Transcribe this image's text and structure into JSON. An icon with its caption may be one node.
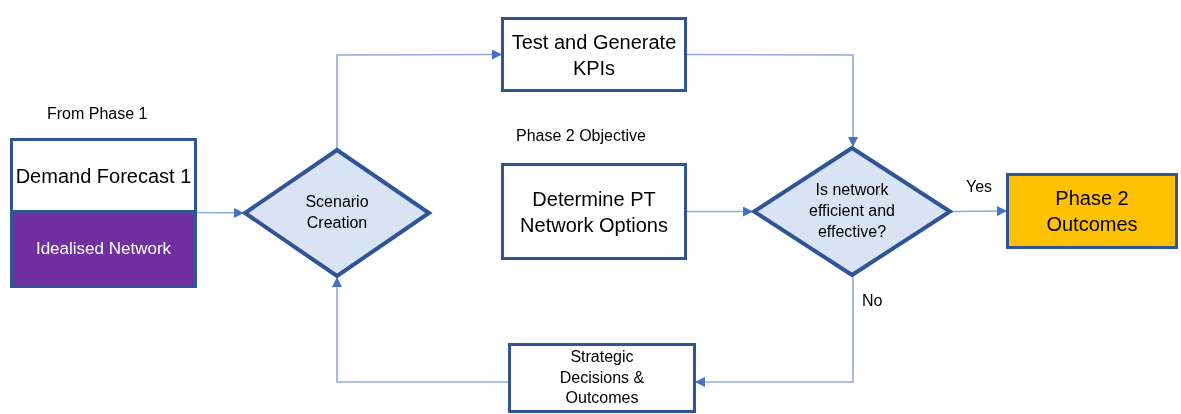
{
  "diagram": {
    "nodes": [
      {
        "text": [
          "Demand Forecast 1"
        ],
        "beside": [
          "From Phase 1"
        ]
      },
      {
        "text": [
          "Idealised Network"
        ]
      },
      {
        "text": [
          "Scenario Creation"
        ]
      },
      {
        "text": [
          "Test and Generate KPIs"
        ]
      },
      {
        "text": [
          "Determine PT Network Options"
        ],
        "beside": [
          "Phase 2 Objective"
        ]
      },
      {
        "text": [
          "Is network efficient and effective?"
        ]
      },
      {
        "text": [
          "Phase 2 Outcomes"
        ]
      },
      {
        "text": [
          "Strategic Decisions & Outcomes"
        ]
      }
    ],
    "edges": [
      {
        "from": 0,
        "to": 2,
        "arrow": "to"
      },
      {
        "from": 2,
        "to": 3,
        "arrow": "to"
      },
      {
        "from": 3,
        "to": 5,
        "arrow": "to"
      },
      {
        "from": 4,
        "to": 5,
        "arrow": "to"
      },
      {
        "from": 5,
        "to": 6,
        "arrow": "to",
        "label": "Yes"
      },
      {
        "from": 5,
        "to": 7,
        "arrow": "to",
        "label": "No"
      },
      {
        "from": 7,
        "to": 2,
        "arrow": "to"
      }
    ]
  }
}
